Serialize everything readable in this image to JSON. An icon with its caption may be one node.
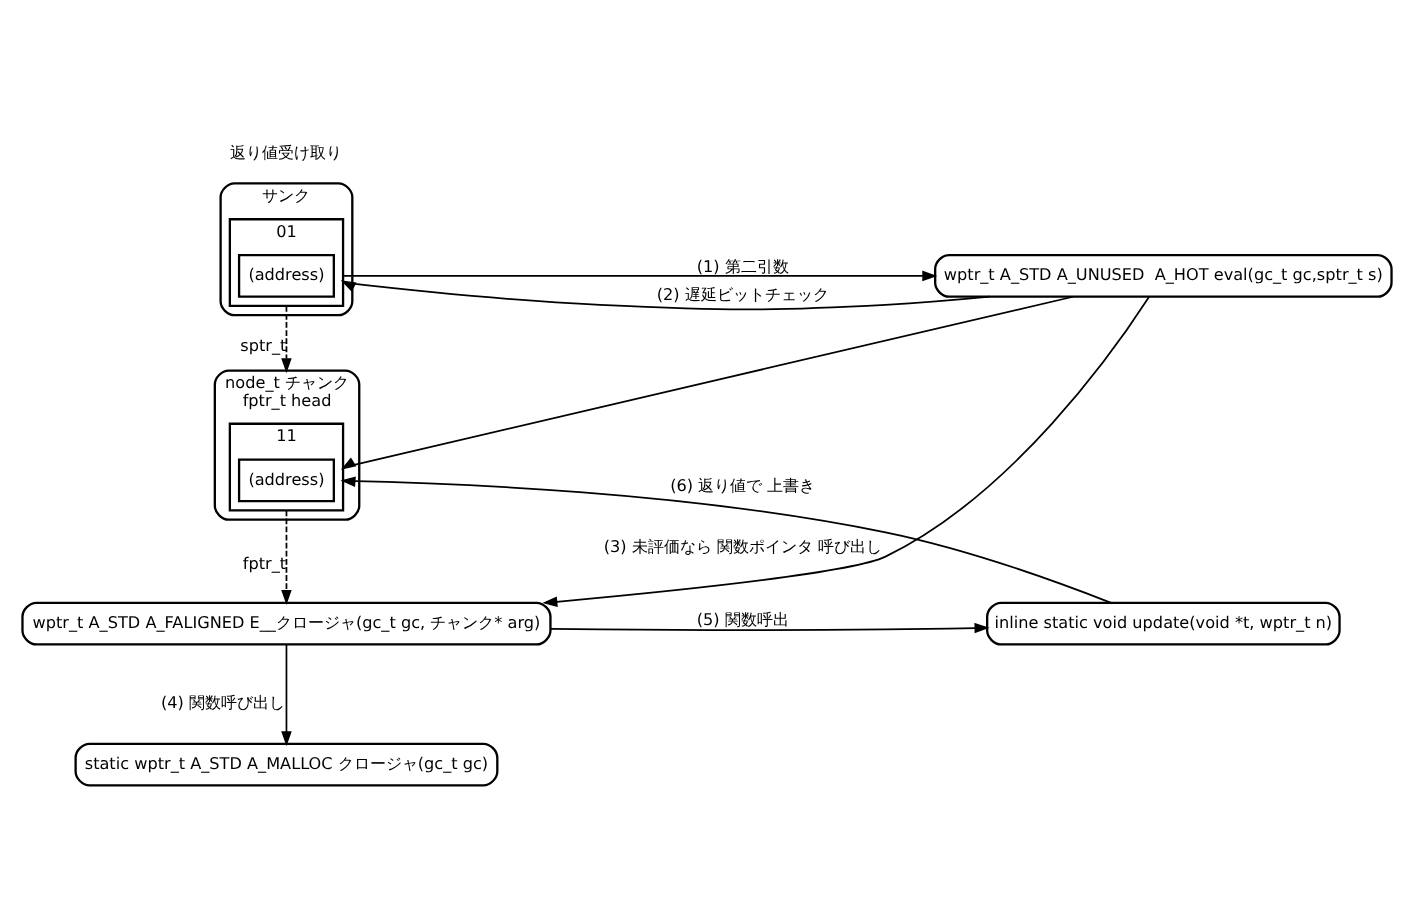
{
  "diagram": {
    "nodes": [
      {
        "text": [
          "サンク"
        ]
      },
      {
        "text": [
          "01"
        ],
        "in": 0
      },
      {
        "text": [
          "(address)"
        ],
        "in": 1
      },
      {
        "text": [
          "wptr_t A_STD A_UNUSED  A_HOT eval(gc_t gc,sptr_t s)"
        ]
      },
      {
        "text": [
          "node_t チャンク",
          "fptr_t head"
        ]
      },
      {
        "text": [
          "11"
        ],
        "in": 4
      },
      {
        "text": [
          "(address)"
        ],
        "in": 5
      },
      {
        "text": [
          "wptr_t A_STD A_FALIGNED E__クロージャ(gc_t gc, チャンク* arg)"
        ]
      },
      {
        "text": [
          "inline static void update(void *t, wptr_t n)"
        ]
      },
      {
        "text": [
          "static wptr_t A_STD A_MALLOC クロージャ(gc_t gc)"
        ]
      }
    ],
    "edges": [
      {
        "from": 1,
        "to": 3,
        "arrow": "to",
        "label": "(1) 第二引数"
      },
      {
        "from": 3,
        "to": 1,
        "arrow": "to",
        "label": "(2) 遅延ビットチェック"
      },
      {
        "from": 3,
        "to": 5,
        "arrow": "to"
      },
      {
        "from": 3,
        "to": 7,
        "arrow": "to",
        "label": "(3) 未評価なら 関数ポインタ 呼び出し"
      },
      {
        "from": 1,
        "to": 4,
        "arrow": "to",
        "label": "sptr_t",
        "style": "dashed"
      },
      {
        "from": 5,
        "to": 7,
        "arrow": "to",
        "label": "fptr_t",
        "style": "dashed"
      },
      {
        "from": 7,
        "to": 9,
        "arrow": "to",
        "label": "(4) 関数呼び出し"
      },
      {
        "from": 7,
        "to": 8,
        "arrow": "to",
        "label": "(5) 関数呼出"
      },
      {
        "from": 8,
        "to": 5,
        "arrow": "to",
        "label": "(6) 返り値で 上書き"
      }
    ],
    "labels": [
      "返り値受け取り"
    ]
  }
}
